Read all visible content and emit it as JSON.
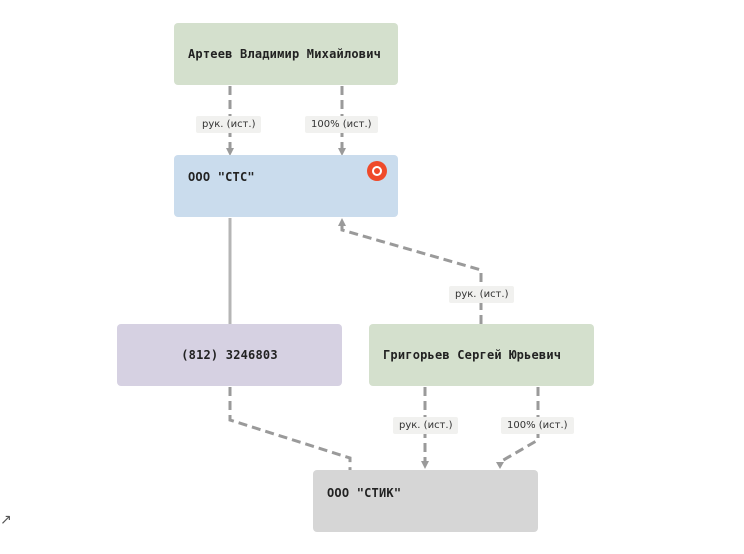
{
  "nodes": {
    "arteev": "Артеев Владимир Михайлович",
    "sts": "ООО \"СТС\"",
    "phone": "(812) 3246803",
    "grigoriev": "Григорьев Сергей Юрьевич",
    "stik": "ООО \"СТИК\""
  },
  "edge_labels": {
    "arteev_sts_head": "рук. (ист.)",
    "arteev_sts_share": "100% (ист.)",
    "grigoriev_sts_head": "рук. (ист.)",
    "grigoriev_stik_head": "рук. (ист.)",
    "grigoriev_stik_share": "100% (ист.)"
  },
  "badge": {
    "icon": "circle-status-icon",
    "color": "#ef4a2a"
  },
  "corner": {
    "icon": "expand-arrow-icon",
    "glyph": "↗"
  }
}
